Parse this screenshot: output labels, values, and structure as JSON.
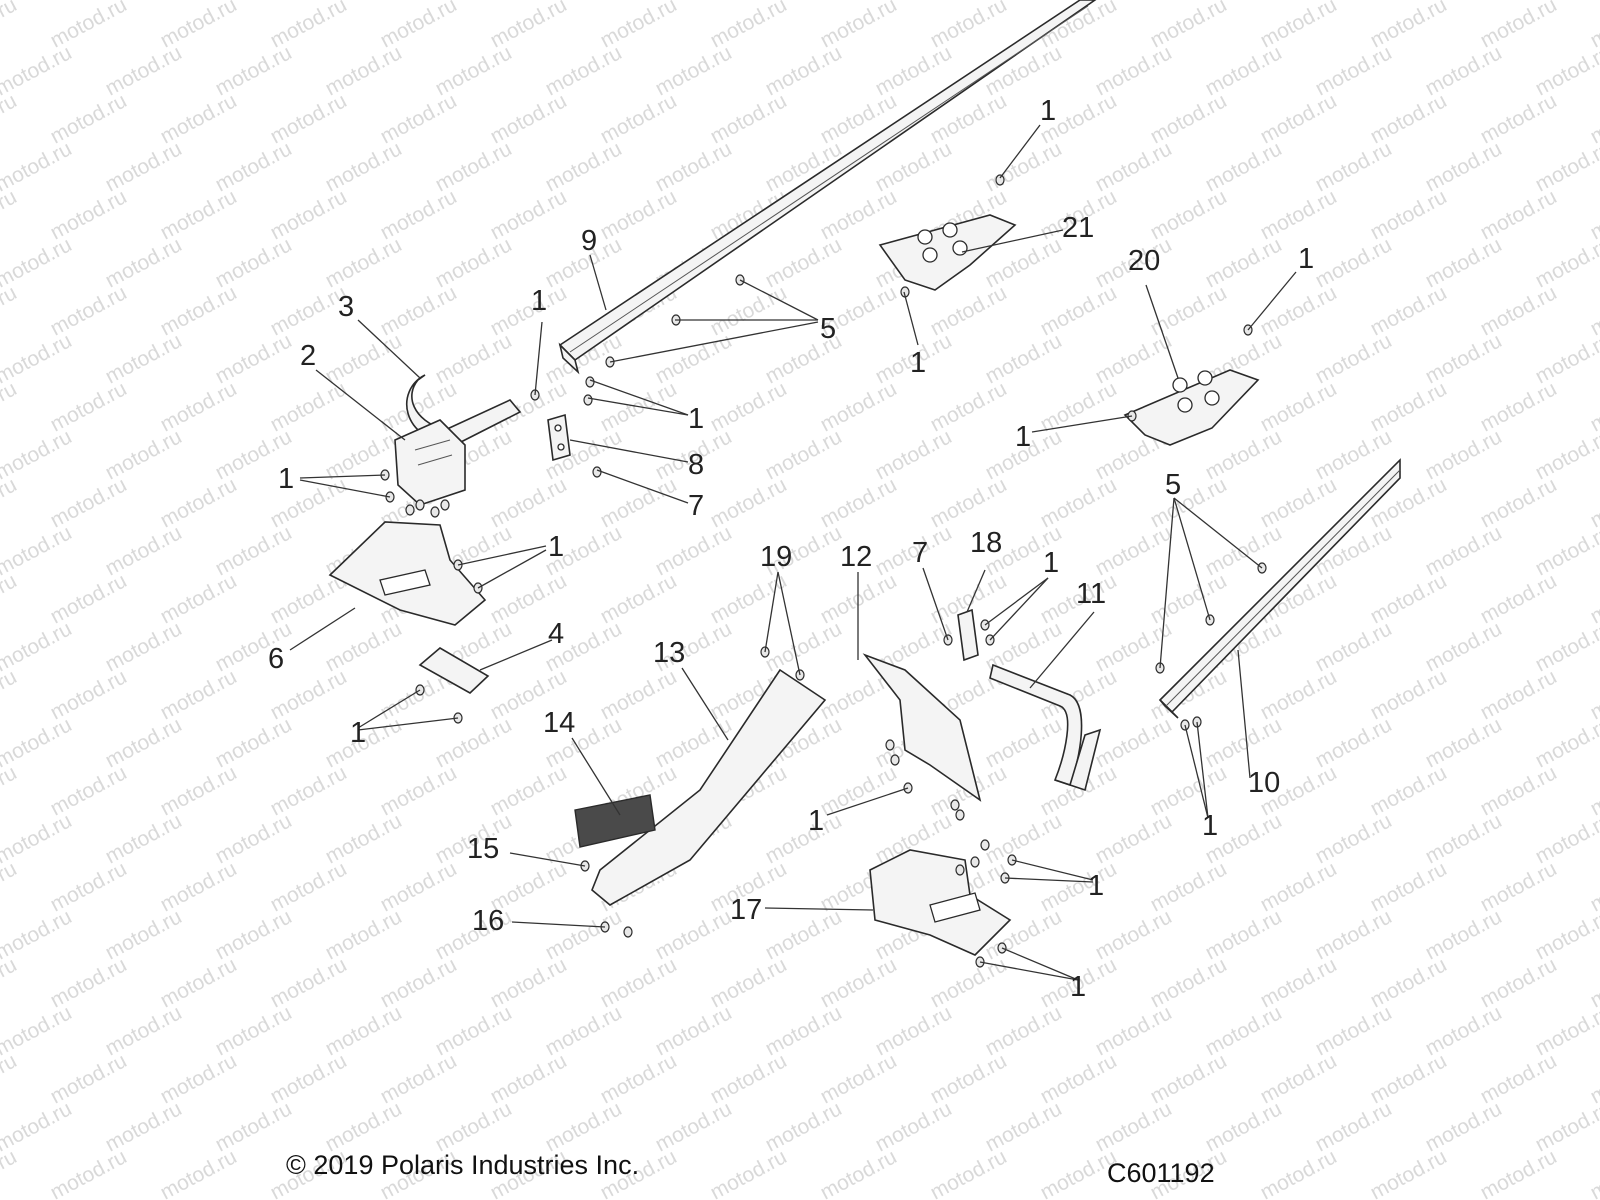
{
  "watermark": {
    "text": "motod.ru"
  },
  "footer": {
    "copyright": "© 2019 Polaris Industries Inc.",
    "diagram_code": "C601192"
  },
  "callouts": [
    {
      "label": "1"
    },
    {
      "label": "21"
    },
    {
      "label": "1"
    },
    {
      "label": "9"
    },
    {
      "label": "5"
    },
    {
      "label": "20"
    },
    {
      "label": "1"
    },
    {
      "label": "1"
    },
    {
      "label": "3"
    },
    {
      "label": "1"
    },
    {
      "label": "2"
    },
    {
      "label": "1"
    },
    {
      "label": "8"
    },
    {
      "label": "7"
    },
    {
      "label": "1"
    },
    {
      "label": "1"
    },
    {
      "label": "5"
    },
    {
      "label": "19"
    },
    {
      "label": "12"
    },
    {
      "label": "7"
    },
    {
      "label": "18"
    },
    {
      "label": "1"
    },
    {
      "label": "11"
    },
    {
      "label": "6"
    },
    {
      "label": "4"
    },
    {
      "label": "13"
    },
    {
      "label": "1"
    },
    {
      "label": "14"
    },
    {
      "label": "10"
    },
    {
      "label": "1"
    },
    {
      "label": "1"
    },
    {
      "label": "15"
    },
    {
      "label": "1"
    },
    {
      "label": "16"
    },
    {
      "label": "17"
    },
    {
      "label": "1"
    }
  ]
}
